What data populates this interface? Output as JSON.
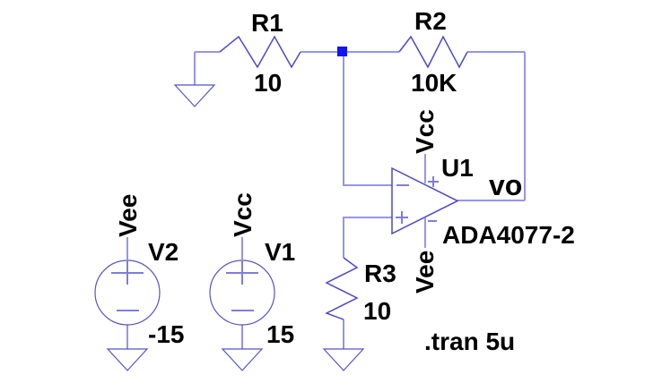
{
  "colors": {
    "background": "#ffffff",
    "wire": "#9595ec",
    "symbol": "#4a4ac0",
    "junction": "#1414f2",
    "text": "#000000"
  },
  "circuit": {
    "resistors": [
      {
        "ref": "R1",
        "value": "10"
      },
      {
        "ref": "R2",
        "value": "10K"
      },
      {
        "ref": "R3",
        "value": "10"
      }
    ],
    "sources": [
      {
        "ref": "V2",
        "value": "-15",
        "net_label": "Vee"
      },
      {
        "ref": "V1",
        "value": "15",
        "net_label": "Vcc"
      }
    ],
    "opamp": {
      "ref": "U1",
      "part": "ADA4077-2",
      "pos_supply_label": "Vcc",
      "neg_supply_label": "Vee",
      "output_label": "vo"
    },
    "directive": ".tran 5u"
  }
}
